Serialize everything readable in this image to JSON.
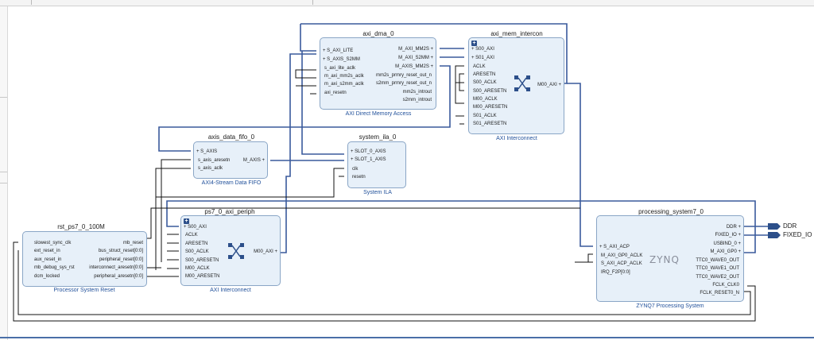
{
  "blocks": {
    "axi_dma": {
      "name": "axi_dma_0",
      "subtitle": "AXI Direct Memory Access",
      "left_pins": [
        "S_AXI_LITE",
        "S_AXIS_S2MM",
        "s_axi_lite_aclk",
        "m_axi_mm2s_aclk",
        "m_axi_s2mm_aclk",
        "axi_resetn"
      ],
      "right_pins": [
        "M_AXI_MM2S",
        "M_AXI_S2MM",
        "M_AXIS_MM2S",
        "mm2s_prmry_reset_out_n",
        "s2mm_prmry_reset_out_n",
        "mm2s_introut",
        "s2mm_introut"
      ]
    },
    "axi_mem_intercon": {
      "name": "axi_mem_intercon",
      "subtitle": "AXI Interconnect",
      "left_pins": [
        "S00_AXI",
        "S01_AXI",
        "ACLK",
        "ARESETN",
        "S00_ACLK",
        "S00_ARESETN",
        "M00_ACLK",
        "M00_ARESETN",
        "S01_ACLK",
        "S01_ARESETN"
      ],
      "right_pins": [
        "M00_AXI"
      ]
    },
    "axis_data_fifo": {
      "name": "axis_data_fifo_0",
      "subtitle": "AXI4-Stream Data FIFO",
      "left_pins": [
        "S_AXIS",
        "s_axis_aresetn",
        "s_axis_aclk"
      ],
      "right_pins": [
        "M_AXIS"
      ]
    },
    "system_ila": {
      "name": "system_ila_0",
      "subtitle": "System ILA",
      "left_pins": [
        "SLOT_0_AXIS",
        "SLOT_1_AXIS",
        "clk",
        "resetn"
      ]
    },
    "rst_ps7": {
      "name": "rst_ps7_0_100M",
      "subtitle": "Processor System Reset",
      "left_pins": [
        "slowest_sync_clk",
        "ext_reset_in",
        "aux_reset_in",
        "mb_debug_sys_rst",
        "dcm_locked"
      ],
      "right_pins": [
        "mb_reset",
        "bus_struct_reset[0:0]",
        "peripheral_reset[0:0]",
        "interconnect_aresetn[0:0]",
        "peripheral_aresetn[0:0]"
      ]
    },
    "ps7_axi_periph": {
      "name": "ps7_0_axi_periph",
      "subtitle": "AXI Interconnect",
      "left_pins": [
        "S00_AXI",
        "ACLK",
        "ARESETN",
        "S00_ACLK",
        "S00_ARESETN",
        "M00_ACLK",
        "M00_ARESETN"
      ],
      "right_pins": [
        "M00_AXI"
      ]
    },
    "processing_system": {
      "name": "processing_system7_0",
      "subtitle": "ZYNQ7 Processing System",
      "logo": "ZYNQ",
      "left_pins": [
        "S_AXI_ACP",
        "M_AXI_GP0_ACLK",
        "S_AXI_ACP_ACLK",
        "IRQ_F2P[0:0]"
      ],
      "right_pins": [
        "DDR",
        "FIXED_IO",
        "USBIND_0",
        "M_AXI_GP0",
        "TTC0_WAVE0_OUT",
        "TTC0_WAVE1_OUT",
        "TTC0_WAVE2_OUT",
        "FCLK_CLK0",
        "FCLK_RESET0_N"
      ]
    }
  },
  "external_ports": [
    "DDR",
    "FIXED_IO"
  ],
  "colors": {
    "block_fill": "#e7f0f9",
    "block_border": "#8aa6c6",
    "bus_wire": "#3a5a9c",
    "net_wire": "#111111",
    "title_accent": "#1f4f9a"
  }
}
